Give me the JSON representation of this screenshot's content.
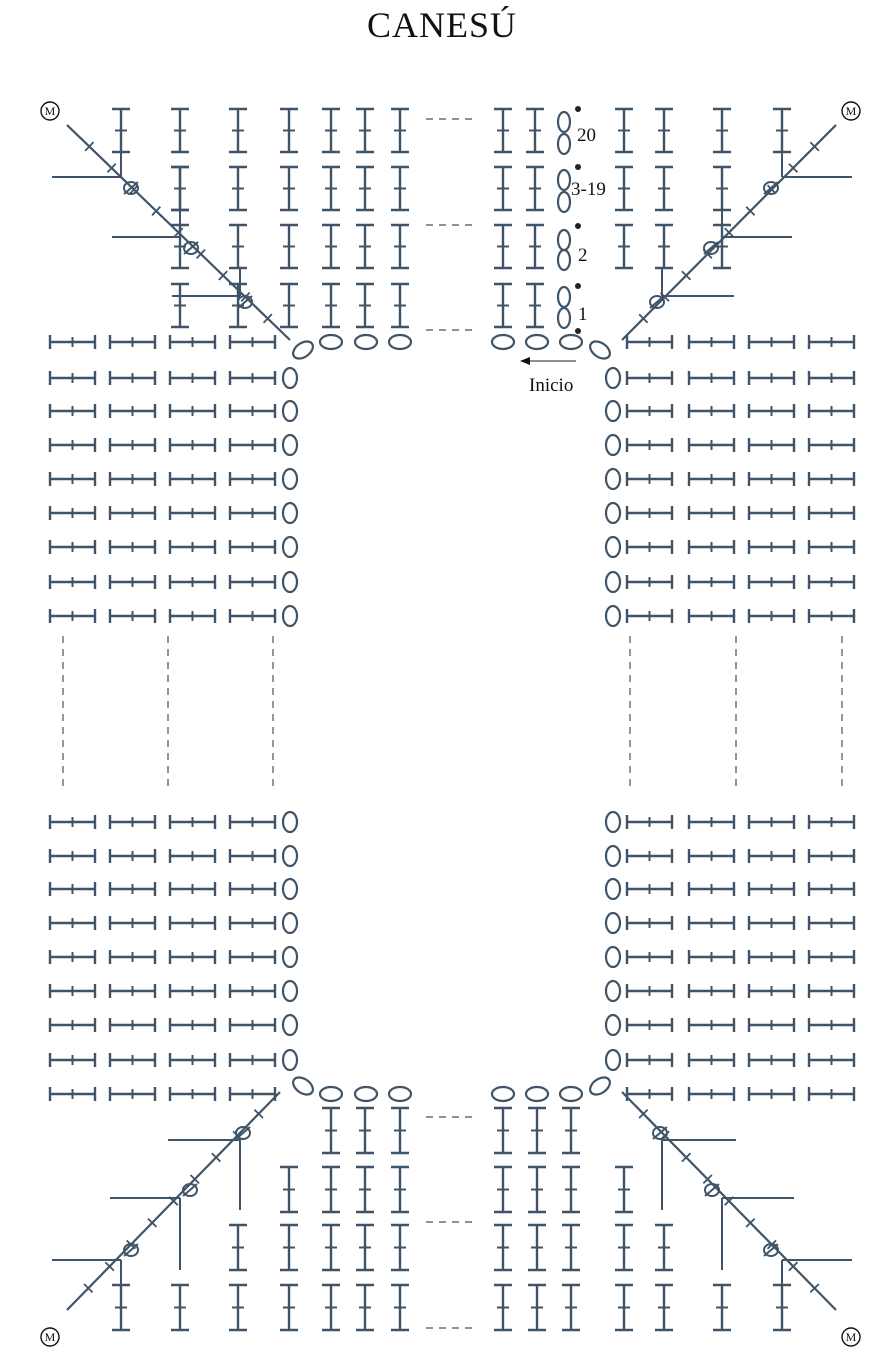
{
  "title": "CANESÚ",
  "colors": {
    "stitch": "#3f5468",
    "text": "#111111",
    "background": "#ffffff"
  },
  "row_labels": [
    "20",
    "3-19",
    "2",
    "1"
  ],
  "start_label": "Inicio",
  "marker_text": "M",
  "marker_icon": "circled-m-marker-icon",
  "stitch_symbols": [
    "single-crochet-t-icon",
    "chain-oval-icon",
    "slip-stitch-dot-icon",
    "bobble-increase-icon"
  ]
}
